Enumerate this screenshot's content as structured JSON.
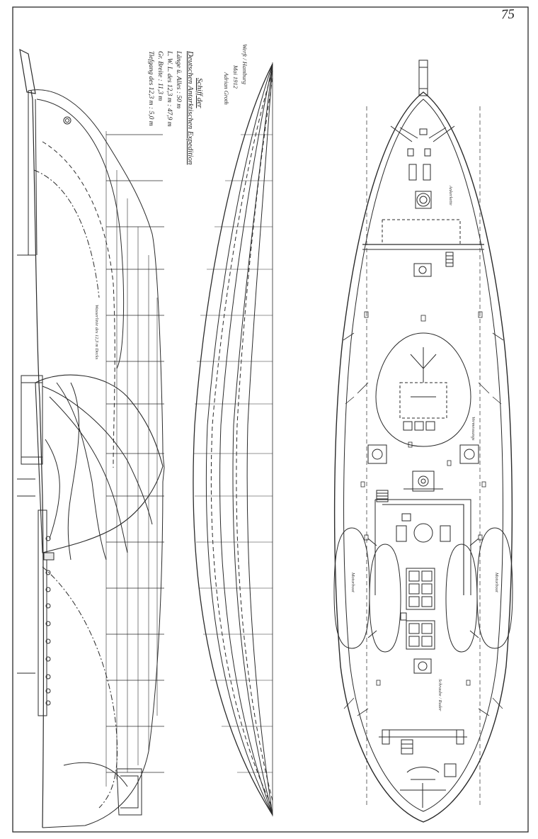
{
  "page_number": "75",
  "title": {
    "line1": "Schiff der",
    "line2": "Deutschen Antarktischen Expedition"
  },
  "specs": [
    {
      "label": "Länge ü. Alles",
      "value": "50 m"
    },
    {
      "label": "L. W. L. des 12,3 m",
      "value": "47,9 m"
    },
    {
      "label": "Gr. Breite",
      "value": "11,3 m"
    },
    {
      "label": "Tiefgang des 12,3 m",
      "value": "5,0 m"
    }
  ],
  "signature": {
    "line1": "Werft / Hamburg",
    "line2": "Mai 1912",
    "line3": "Adrian Groth"
  },
  "annotations": {
    "profile_waterline": "Wasserlinie des 12,3 m Decks",
    "deck_note_1": "Ankerkette",
    "deck_note_2": "Vermessungs",
    "boat_left": "Motorboot",
    "boat_right": "Motorboot",
    "aft_note": "Schraube / Ruder"
  },
  "colors": {
    "ink": "#2a2a2a",
    "paper": "#ffffff"
  }
}
